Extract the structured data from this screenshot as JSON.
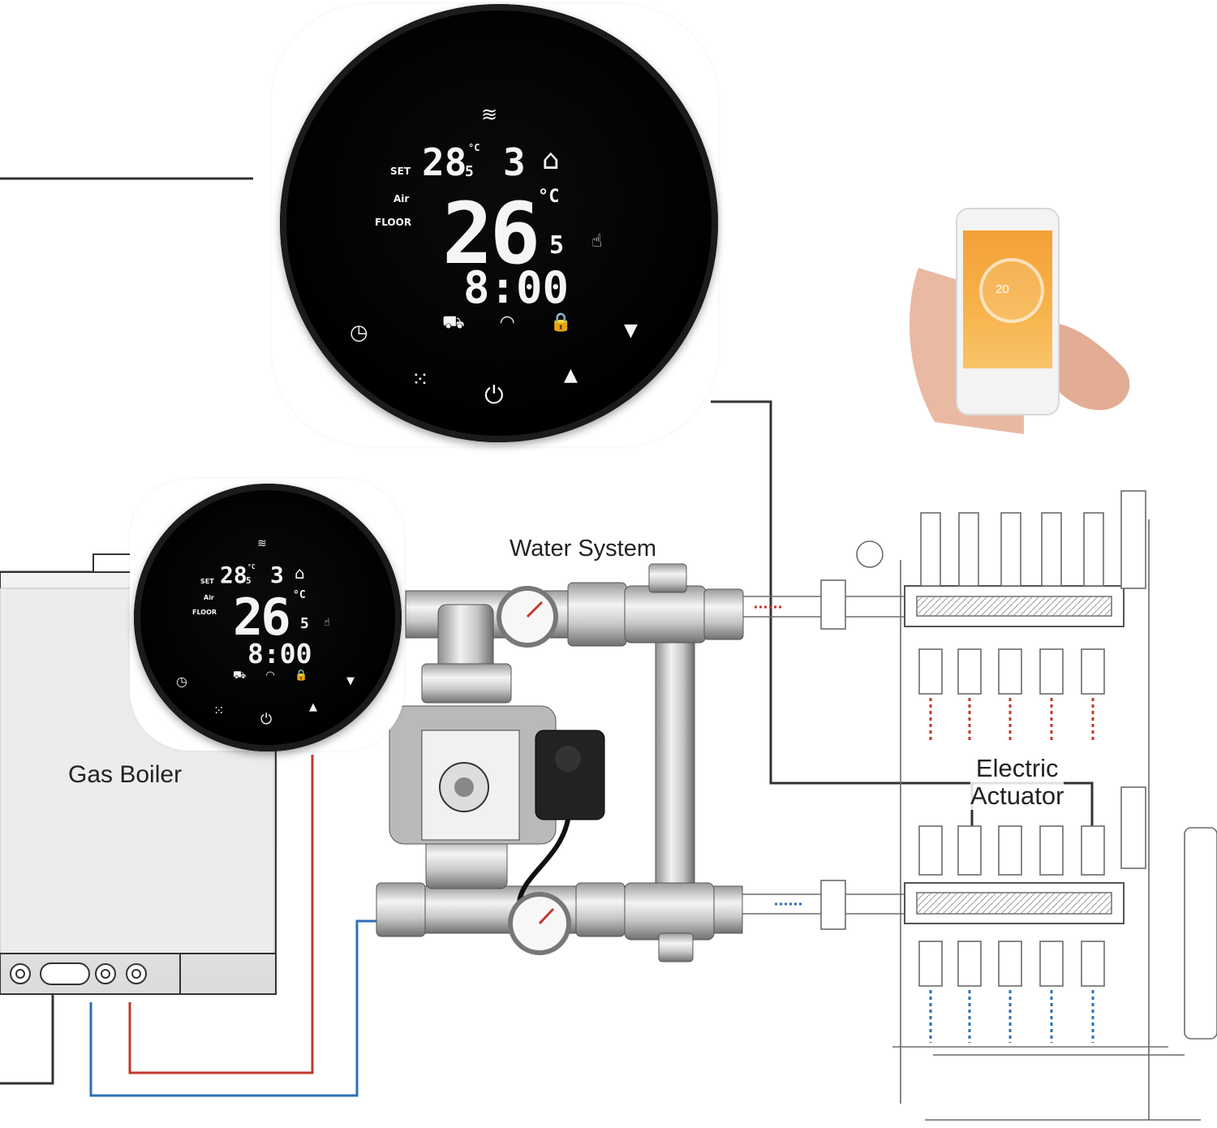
{
  "labels": {
    "water_system": "Water System",
    "gas_boiler": "Gas Boiler",
    "actuator_line1": "Electric",
    "actuator_line2": "Actuator"
  },
  "thermostat": {
    "set_label": "SET",
    "air_label": "Air",
    "floor_label": "FLOOR",
    "set_temp": "28",
    "set_temp_decimal": "5",
    "set_unit": "°C",
    "program": "3",
    "house_glyph": "⌂",
    "room_temp": "26",
    "room_temp_decimal": "5",
    "room_unit": "°C",
    "time": "8:00",
    "heating_glyph": "≋",
    "icons_row": "⛟ ◠ 🔒",
    "hand_glyph": "☝",
    "clock_glyph": "◷",
    "down_glyph": "▼",
    "menu_glyph": "⁙",
    "power_glyph": "⏻",
    "up_glyph": "▲"
  },
  "phone": {
    "app_temp": "20"
  },
  "colors": {
    "hot_pipe": "#c0392b",
    "cold_pipe": "#2e6fb5",
    "wire": "#333333"
  }
}
